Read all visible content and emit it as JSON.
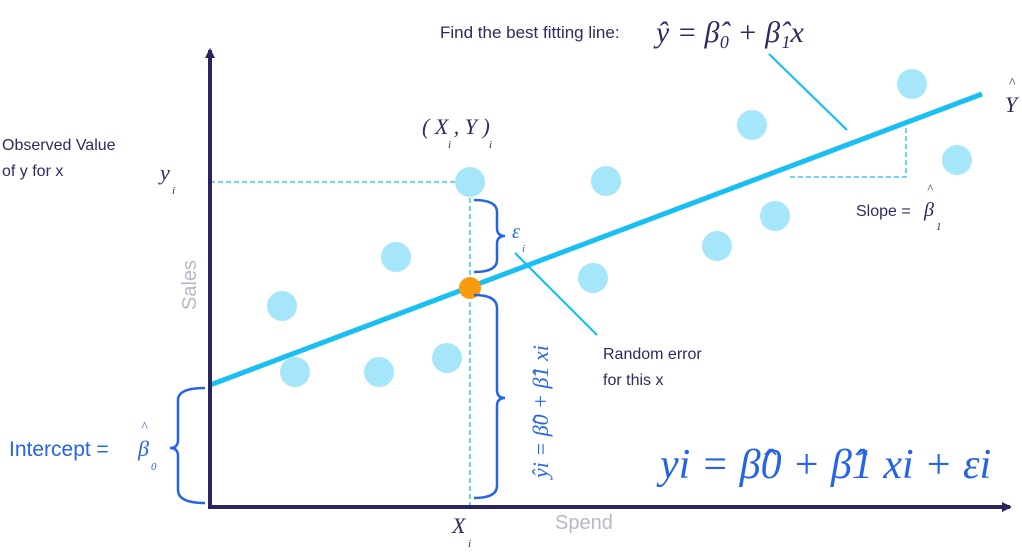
{
  "title": {
    "prefix": "Find the best fitting line:",
    "formula": "ŷ = β̂₀ + β̂₁x",
    "y": "y",
    "eq": "=",
    "b": "β",
    "s0": "0",
    "plus": "+",
    "s1": "1",
    "x": "x",
    "hat": "^"
  },
  "axes": {
    "x_label": "Spend",
    "y_label": "Sales"
  },
  "labels": {
    "observed_line1": "Observed Value",
    "observed_line2": "of y for x",
    "observed_y": "y",
    "observed_sub": "i",
    "point_label": "( X , Y )",
    "point_X": "X",
    "point_Y": "Y",
    "sub_i": "i",
    "yi_tick": "y",
    "xi_tick": "X",
    "yhat_label": "Y",
    "epsilon": "ε",
    "slope_label": "Slope =",
    "random_error_line1": "Random error",
    "random_error_line2": "for this x",
    "intercept_label": "Intercept =",
    "fitted_eq": "ŷi = β̂0 + β̂1 xi",
    "model_eq": "yi = β̂0 + β̂1 xi + εi"
  },
  "colors": {
    "axis": "#2a2560",
    "line": "#19bff0",
    "point": "#a6e6fb",
    "highlight": "#f89c0e",
    "accent": "#2563e8"
  }
}
